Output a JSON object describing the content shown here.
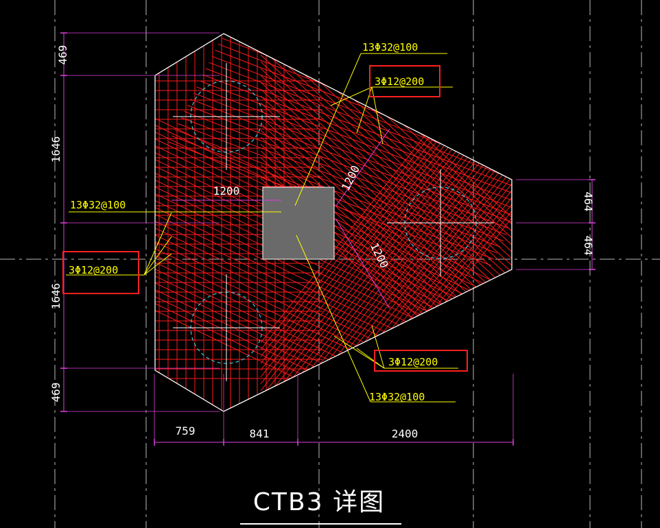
{
  "title": "CTB3 详图",
  "colors": {
    "background": "#000000",
    "outline": "#ffffff",
    "rebar": "#ff1a1a",
    "dimension": "#e040e0",
    "leader": "#ffff00",
    "highlight_box": "#ff2020",
    "pile": "#40c8e0",
    "pier": "#6a6a6a",
    "centerline": "#bdbdbd"
  },
  "dimensions": {
    "left_top": "469",
    "left_upper": "1646",
    "left_lower": "1646",
    "left_bottom": "469",
    "bottom_1": "759",
    "bottom_2": "841",
    "bottom_3": "2400",
    "right_upper": "464",
    "right_lower": "464",
    "pier_top": "1200",
    "pier_diag_upper": "1200",
    "pier_diag_lower": "1200"
  },
  "rebar_labels": {
    "top_main": "13Φ32@100",
    "top_stirrup": "3Φ12@200",
    "left_main": "13Φ32@100",
    "left_stirrup": "3Φ12@200",
    "bottom_stirrup": "3Φ12@200",
    "bottom_main": "13Φ32@100"
  }
}
